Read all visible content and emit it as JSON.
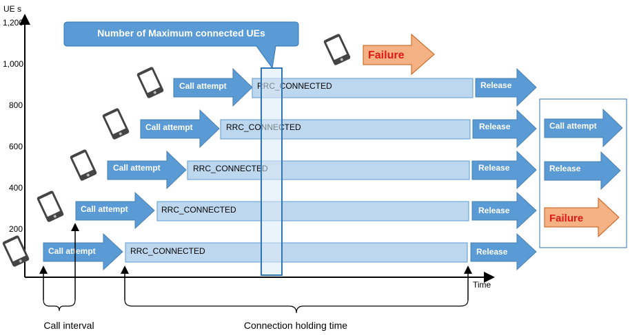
{
  "axis": {
    "y_label": "UE s",
    "x_label": "Time",
    "y_ticks": [
      "1,200",
      "1,000",
      "800",
      "600",
      "400",
      "200"
    ]
  },
  "callout": {
    "title": "Number of Maximum connected UEs"
  },
  "rows": [
    {
      "attempt_label": "Call attempt",
      "connected_label": "RRC_CONNECTED",
      "release_label": "Release"
    },
    {
      "attempt_label": "Call attempt",
      "connected_label": "RRC_CONNECTED",
      "release_label": "Release"
    },
    {
      "attempt_label": "Call attempt",
      "connected_label": "RRC_CONNECTED",
      "release_label": "Release"
    },
    {
      "attempt_label": "Call attempt",
      "connected_label": "RRC_CONNECTED",
      "release_label": "Release"
    },
    {
      "attempt_label": "Call attempt",
      "connected_label": "RRC_CONNECTED",
      "release_label": "Release"
    }
  ],
  "top_failure": {
    "label": "Failure"
  },
  "legend": {
    "call_attempt": "Call attempt",
    "release": "Release",
    "failure": "Failure"
  },
  "annotations": {
    "call_interval": "Call interval",
    "holding_time": "Connection holding time"
  },
  "colors": {
    "arrow_blue": "#5b9bd5",
    "bar_fill": "#bdd7ee",
    "failure_fill": "#f4b183",
    "failure_text": "#e01818",
    "callout_border": "#2e75b6"
  }
}
